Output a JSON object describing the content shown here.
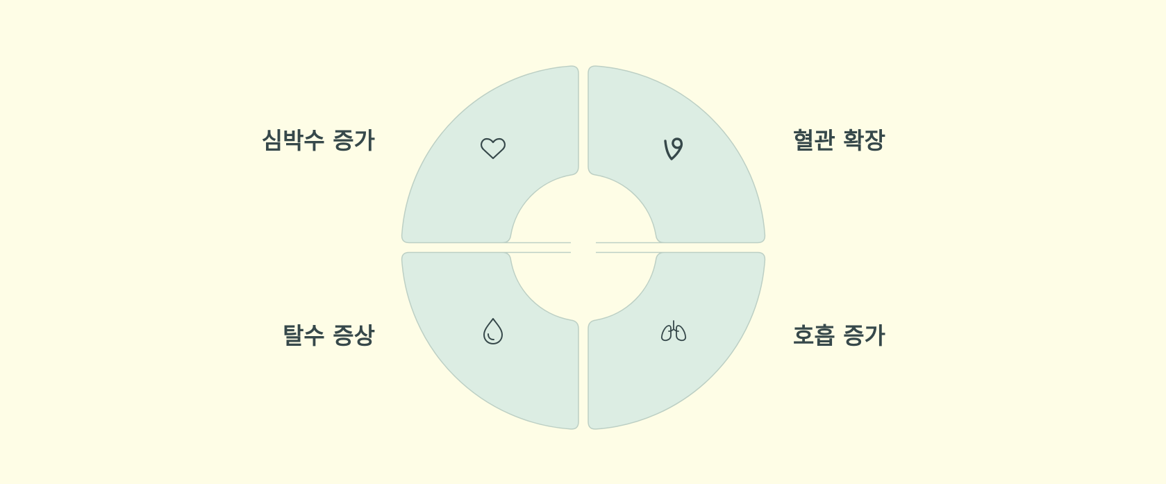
{
  "diagram": {
    "segments": [
      {
        "position": "top-left",
        "label": "심박수 증가",
        "icon": "heart-icon"
      },
      {
        "position": "top-right",
        "label": "혈관 확장",
        "icon": "vine-icon"
      },
      {
        "position": "bottom-left",
        "label": "탈수 증상",
        "icon": "droplet-icon"
      },
      {
        "position": "bottom-right",
        "label": "호흡 증가",
        "icon": "lungs-icon"
      }
    ]
  },
  "colors": {
    "background": "#fefde6",
    "segment_fill": "#dcede3",
    "segment_stroke": "#bccfc4",
    "text": "#36484a",
    "icon": "#36484a"
  }
}
